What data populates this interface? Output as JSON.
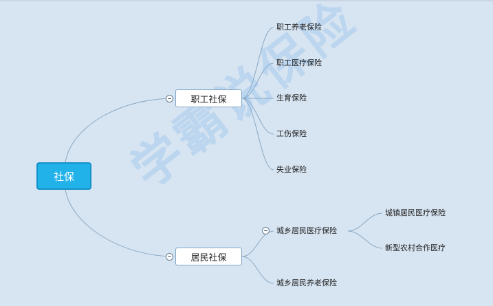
{
  "watermark": "学霸说保险",
  "root": {
    "label": "社保"
  },
  "branches": [
    {
      "label": "职工社保",
      "children": [
        "职工养老保险",
        "职工医疗保险",
        "生育保险",
        "工伤保险",
        "失业保险"
      ]
    },
    {
      "label": "居民社保",
      "children": [
        {
          "label": "城乡居民医疗保险",
          "children": [
            "城镇居民医疗保险",
            "新型农村合作医疗"
          ]
        },
        {
          "label": "城乡居民养老保险"
        }
      ]
    }
  ],
  "colors": {
    "background": "#d7e4f1",
    "root_fill": "#20b2e8",
    "connector": "#8aa9c4"
  }
}
